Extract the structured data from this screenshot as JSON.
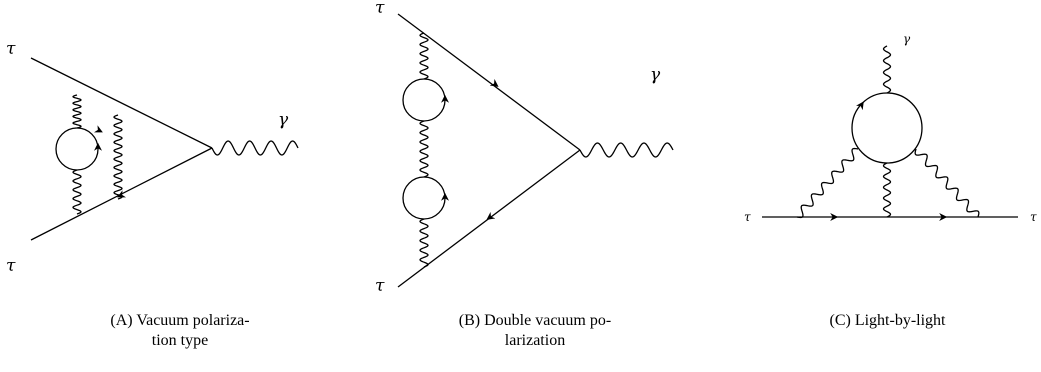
{
  "symbols": {
    "tau": "τ",
    "gamma": "γ"
  },
  "captions": {
    "a": {
      "line1": "(A)  Vacuum  polariza-",
      "line2": "tion type"
    },
    "b": {
      "line1": "(B) Double vacuum po-",
      "line2": "larization"
    },
    "c": {
      "line1": "(C) Light-by-light"
    }
  }
}
